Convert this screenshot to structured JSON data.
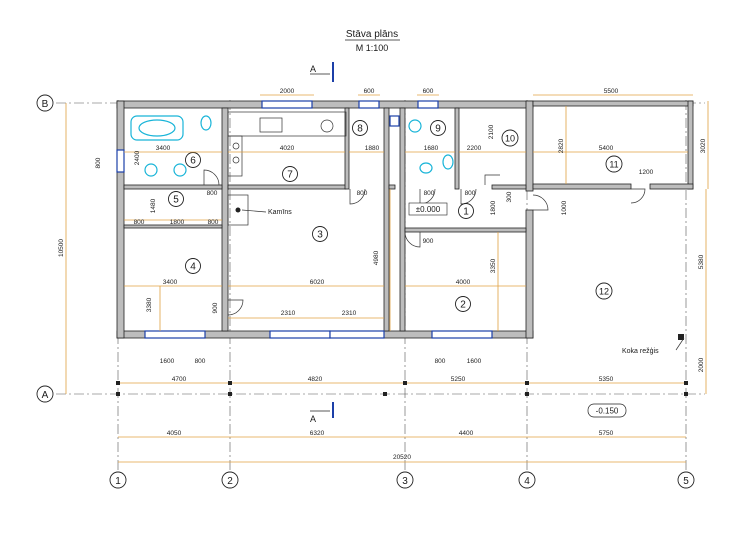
{
  "header": {
    "title": "Stāva plāns",
    "scale": "M  1:100"
  },
  "section_marks": {
    "top": "A",
    "bottom": "A"
  },
  "axes": {
    "rows": [
      "A",
      "B"
    ],
    "columns": [
      "1",
      "2",
      "3",
      "4",
      "5"
    ]
  },
  "rooms": [
    "1",
    "2",
    "3",
    "4",
    "5",
    "6",
    "7",
    "8",
    "9",
    "10",
    "11",
    "12"
  ],
  "labels": {
    "kamins": "Kamīns",
    "koka_rezgis": "Koka režģis",
    "level_zero": "±0.000",
    "level_minus": "-0.150"
  },
  "dimensions": {
    "top_2000": "2000",
    "top_600a": "600",
    "top_600b": "600",
    "top_5500": "5500",
    "r6_3400": "3400",
    "r7_4020": "4020",
    "r8_1880": "1880",
    "r9_1680": "1680",
    "r10_2200": "2200",
    "r11_5400": "5400",
    "r11_1200": "1200",
    "h_2100": "2100",
    "h_2820": "2820",
    "h_3020": "3020",
    "door6_800": "800",
    "door8_800": "800",
    "door9_800": "800",
    "door10_800": "800",
    "h_2400": "2400",
    "left_800": "800",
    "r5_800a": "800",
    "r5_1800": "1800",
    "r5_800b": "800",
    "h_1480": "1480",
    "h_1800": "1800",
    "h_300": "300",
    "h_1000": "1000",
    "door2_900": "900",
    "h_4980": "4980",
    "h_3350": "3350",
    "r4_3400": "3400",
    "r3_6020": "6020",
    "r2_4000": "4000",
    "h_3380": "3380",
    "h_900": "900",
    "win_2310a": "2310",
    "win_2310b": "2310",
    "left_10500": "10500",
    "right_5380": "5380",
    "right_2000": "2000",
    "bot_1600a": "1600",
    "bot_800a": "800",
    "bot_800b": "800",
    "bot_1600b": "1600",
    "row1_4700": "4700",
    "row1_4820": "4820",
    "row1_5250": "5250",
    "row1_5350": "5350",
    "row2_4050": "4050",
    "row2_6320": "6320",
    "row2_4400": "4400",
    "row2_5750": "5750",
    "total_20520": "20520"
  }
}
